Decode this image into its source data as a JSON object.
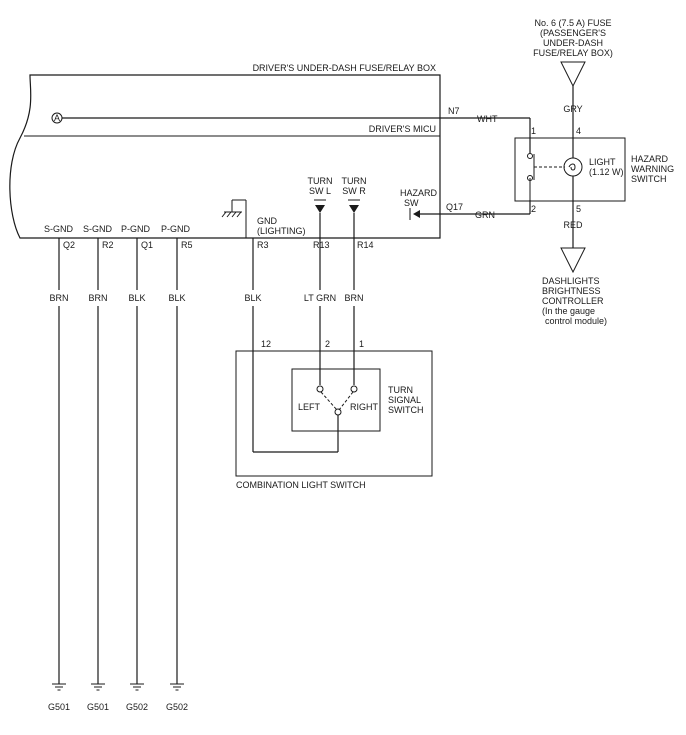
{
  "boxes": {
    "fuse_relay_box": "DRIVER'S UNDER-DASH FUSE/RELAY BOX",
    "micu": "DRIVER'S MICU",
    "combination_switch": "COMBINATION LIGHT SWITCH",
    "connector_marker": "A"
  },
  "fuse": {
    "line1": "No. 6 (7.5 A) FUSE",
    "line2": "(PASSENGER'S",
    "line3": "UNDER-DASH",
    "line4": "FUSE/RELAY BOX)"
  },
  "hazard_switch": {
    "line1": "HAZARD",
    "line2": "WARNING",
    "line3": "SWITCH",
    "light_line1": "LIGHT",
    "light_line2": "(1.12 W)",
    "pin1": "1",
    "pin2": "2",
    "pin4": "4",
    "pin5": "5"
  },
  "dashlights": {
    "line1": "DASHLIGHTS",
    "line2": "BRIGHTNESS",
    "line3": "CONTROLLER",
    "line4": "(In the gauge",
    "line5": "control module)"
  },
  "micu_inputs": {
    "turn_l_1": "TURN",
    "turn_l_2": "SW L",
    "turn_r_1": "TURN",
    "turn_r_2": "SW R",
    "hazard_1": "HAZARD",
    "hazard_2": "SW",
    "gnd_1": "GND",
    "gnd_2": "(LIGHTING)"
  },
  "pins": {
    "n7": "N7",
    "q17": "Q17",
    "q2": "Q2",
    "r2": "R2",
    "q1": "Q1",
    "r5": "R5",
    "r3": "R3",
    "r13": "R13",
    "r14": "R14"
  },
  "ground_labels": {
    "s_gnd_1": "S-GND",
    "s_gnd_2": "S-GND",
    "p_gnd_1": "P-GND",
    "p_gnd_2": "P-GND"
  },
  "wires": {
    "wht": "WHT",
    "grn": "GRN",
    "gry": "GRY",
    "red": "RED",
    "brn_1": "BRN",
    "brn_2": "BRN",
    "blk_1": "BLK",
    "blk_2": "BLK",
    "blk_3": "BLK",
    "lt_grn": "LT GRN",
    "brn_3": "BRN"
  },
  "combo_switch": {
    "pin12": "12",
    "pin2": "2",
    "pin1": "1",
    "left": "LEFT",
    "right": "RIGHT",
    "turn_1": "TURN",
    "turn_2": "SIGNAL",
    "turn_3": "SWITCH"
  },
  "grounds": [
    "G501",
    "G501",
    "G502",
    "G502"
  ]
}
